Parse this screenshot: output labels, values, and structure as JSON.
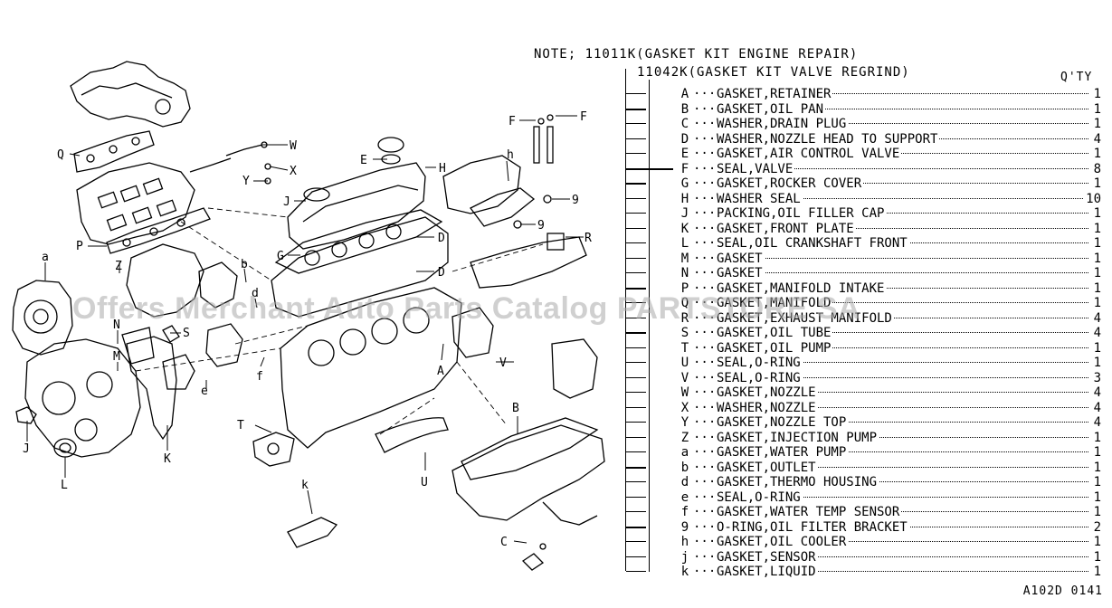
{
  "note_line1": "NOTE; 11011K(GASKET KIT ENGINE REPAIR)",
  "note_line2": "11042K(GASKET KIT VALVE REGRIND)",
  "qty_header": "Q'TY",
  "watermark": "Offers Merchant Auto Parts Catalog PARTSTORE SA",
  "diagram_id": "A102D 0141",
  "parts": [
    {
      "code": "A",
      "desc": "GASKET,RETAINER",
      "qty": "1",
      "stub": "thin"
    },
    {
      "code": "B",
      "desc": "GASKET,OIL PAN",
      "qty": "1",
      "stub": "thick"
    },
    {
      "code": "C",
      "desc": "WASHER,DRAIN PLUG",
      "qty": "1",
      "stub": "thin"
    },
    {
      "code": "D",
      "desc": "WASHER,NOZZLE HEAD TO SUPPORT",
      "qty": "4",
      "stub": "thin"
    },
    {
      "code": "E",
      "desc": "GASKET,AIR CONTROL VALVE",
      "qty": "1",
      "stub": "thin"
    },
    {
      "code": "F",
      "desc": "SEAL,VALVE",
      "qty": "8",
      "stub": "thick2"
    },
    {
      "code": "G",
      "desc": "GASKET,ROCKER COVER",
      "qty": "1",
      "stub": "thick"
    },
    {
      "code": "H",
      "desc": "WASHER SEAL",
      "qty": "10",
      "stub": "thin"
    },
    {
      "code": "J",
      "desc": "PACKING,OIL FILLER CAP",
      "qty": "1",
      "stub": "thin"
    },
    {
      "code": "K",
      "desc": "GASKET,FRONT PLATE",
      "qty": "1",
      "stub": "thin"
    },
    {
      "code": "L",
      "desc": "SEAL,OIL CRANKSHAFT FRONT",
      "qty": "1",
      "stub": "thin"
    },
    {
      "code": "M",
      "desc": "GASKET",
      "qty": "1",
      "stub": "thin"
    },
    {
      "code": "N",
      "desc": "GASKET",
      "qty": "1",
      "stub": "thin"
    },
    {
      "code": "P",
      "desc": "GASKET,MANIFOLD INTAKE",
      "qty": "1",
      "stub": "thick"
    },
    {
      "code": "Q",
      "desc": "GASKET,MANIFOLD",
      "qty": "1",
      "stub": "thin"
    },
    {
      "code": "R",
      "desc": "GASKET,EXHAUST MANIFOLD",
      "qty": "4",
      "stub": "thin"
    },
    {
      "code": "S",
      "desc": "GASKET,OIL TUBE",
      "qty": "4",
      "stub": "thick"
    },
    {
      "code": "T",
      "desc": "GASKET,OIL PUMP",
      "qty": "1",
      "stub": "thin"
    },
    {
      "code": "U",
      "desc": "SEAL,O-RING",
      "qty": "1",
      "stub": "thin"
    },
    {
      "code": "V",
      "desc": "SEAL,O-RING",
      "qty": "3",
      "stub": "thin"
    },
    {
      "code": "W",
      "desc": "GASKET,NOZZLE",
      "qty": "4",
      "stub": "thin"
    },
    {
      "code": "X",
      "desc": "WASHER,NOZZLE",
      "qty": "4",
      "stub": "thin"
    },
    {
      "code": "Y",
      "desc": "GASKET,NOZZLE TOP",
      "qty": "4",
      "stub": "thin"
    },
    {
      "code": "Z",
      "desc": "GASKET,INJECTION PUMP",
      "qty": "1",
      "stub": "thin"
    },
    {
      "code": "a",
      "desc": "GASKET,WATER PUMP",
      "qty": "1",
      "stub": "thin"
    },
    {
      "code": "b",
      "desc": "GASKET,OUTLET",
      "qty": "1",
      "stub": "thick"
    },
    {
      "code": "d",
      "desc": "GASKET,THERMO HOUSING",
      "qty": "1",
      "stub": "thin"
    },
    {
      "code": "e",
      "desc": "SEAL,O-RING",
      "qty": "1",
      "stub": "thin"
    },
    {
      "code": "f",
      "desc": "GASKET,WATER TEMP SENSOR",
      "qty": "1",
      "stub": "thin"
    },
    {
      "code": "9",
      "desc": "O-RING,OIL FILTER BRACKET",
      "qty": "2",
      "stub": "thick"
    },
    {
      "code": "h",
      "desc": "GASKET,OIL COOLER",
      "qty": "1",
      "stub": "thin"
    },
    {
      "code": "j",
      "desc": "GASKET,SENSOR",
      "qty": "1",
      "stub": "thin"
    },
    {
      "code": "k",
      "desc": "GASKET,LIQUID",
      "qty": "1",
      "stub": "thin"
    }
  ],
  "diagram_labels": {
    "Q": "Q",
    "W": "W",
    "X": "X",
    "Y": "Y",
    "E": "E",
    "F": "F",
    "H": "H",
    "J": "J",
    "h": "h",
    "g": "9",
    "R": "R",
    "G": "G",
    "D": "D",
    "P": "P",
    "Z": "Z",
    "a": "a",
    "b": "b",
    "d": "d",
    "N": "N",
    "M": "M",
    "S": "S",
    "e": "e",
    "f": "f",
    "A": "A",
    "V": "V",
    "T": "T",
    "B": "B",
    "U": "U",
    "K": "K",
    "L": "L",
    "C": "C",
    "k": "k"
  }
}
